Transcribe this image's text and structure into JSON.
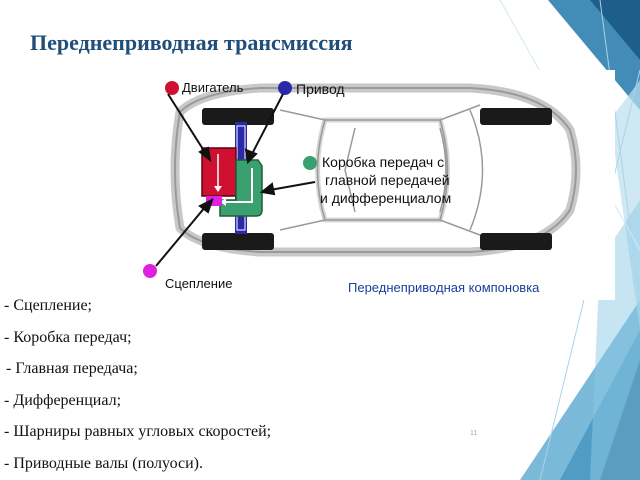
{
  "slide": {
    "title": "Переднеприводная трансмиссия",
    "page_number": "11"
  },
  "figure": {
    "labels": {
      "engine": "Двигатель",
      "drive": "Привод",
      "gearbox_line1": "Коробка передач с",
      "gearbox_line2": "главной передачей",
      "gearbox_line3": "и дифференциалом",
      "clutch": "Сцепление",
      "caption": "Переднеприводная компоновка"
    },
    "colors": {
      "engine": "#d01030",
      "drive": "#2a2aa8",
      "gearbox": "#3aa070",
      "clutch": "#e020e0",
      "caption": "#1a3f9a"
    }
  },
  "bullets": [
    "- Сцепление;",
    "- Коробка передач;",
    "- Главная передача;",
    "- Дифференциал;",
    "- Шарниры равных угловых скоростей;",
    "- Приводные валы (полуоси)."
  ]
}
